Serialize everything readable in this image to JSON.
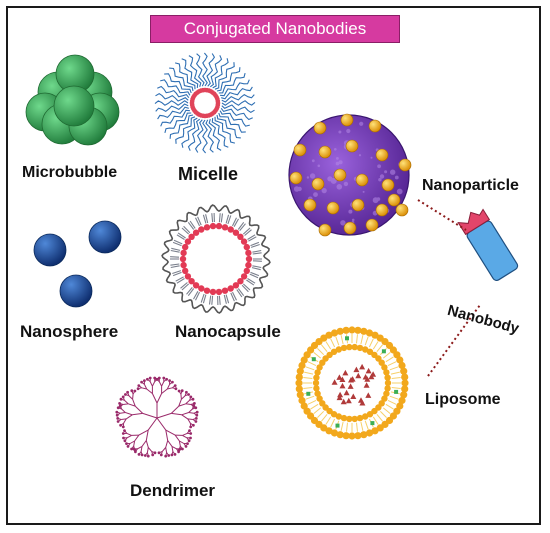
{
  "title": "Conjugated Nanobodies",
  "labels": {
    "microbubble": "Microbubble",
    "micelle": "Micelle",
    "nanoparticle": "Nanoparticle",
    "nanosphere": "Nanosphere",
    "nanocapsule": "Nanocapsule",
    "nanobody": "Nanobody",
    "liposome": "Liposome",
    "dendrimer": "Dendrimer"
  },
  "colors": {
    "banner": "#d63aa0",
    "microbubble": "#2f9e4e",
    "micelle_head": "#e0445a",
    "micelle_tail": "#2f6fb3",
    "nanoparticle": "#7a3fc1",
    "nanoparticle_dots": "#f2b21c",
    "nanosphere": "#1f55a8",
    "nanocapsule_head": "#e23a55",
    "nanobody_body": "#5aa9e6",
    "nanobody_tip": "#e2456a",
    "liposome": "#f2a81c",
    "liposome_dots": "#b03a3a",
    "dendrimer": "#9a2a6a",
    "connector": "#8b1a1a"
  }
}
